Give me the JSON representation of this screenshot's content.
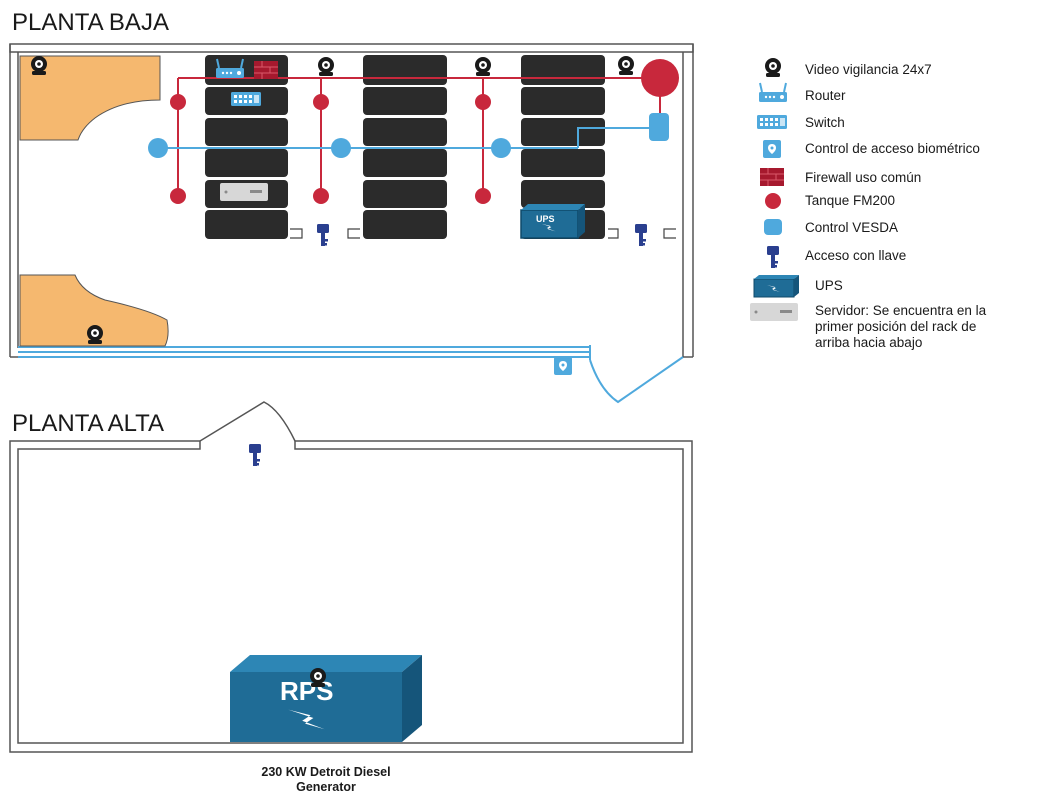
{
  "ground_floor": {
    "title": "PLANTA BAJA"
  },
  "upper_floor": {
    "title": "PLANTA ALTA"
  },
  "legend": {
    "camera": "Video vigilancia 24x7",
    "router": "Router",
    "switch": "Switch",
    "biometric": "Control de acceso biométrico",
    "firewall": "Firewall uso común",
    "fm200": "Tanque FM200",
    "vesda": "Control VESDA",
    "key_access": "Acceso con llave",
    "ups": "UPS",
    "server_line1": "Servidor: Se encuentra en la",
    "server_line2": "primer posición del rack de",
    "server_line3": "arriba hacia abajo"
  },
  "ups_label": "UPS",
  "generator": {
    "label": "RPS",
    "caption_line1": "230 KW Detroit Diesel",
    "caption_line2": "Generator"
  },
  "colors": {
    "rack": "#2b2b2b",
    "fm200": "#c8283c",
    "vesda": "#4fa9dd",
    "desk": "#f5b86f",
    "key": "#2a3f8f",
    "ups": "#1f6c96",
    "firewall": "#a6192e",
    "wall": "#555555"
  }
}
